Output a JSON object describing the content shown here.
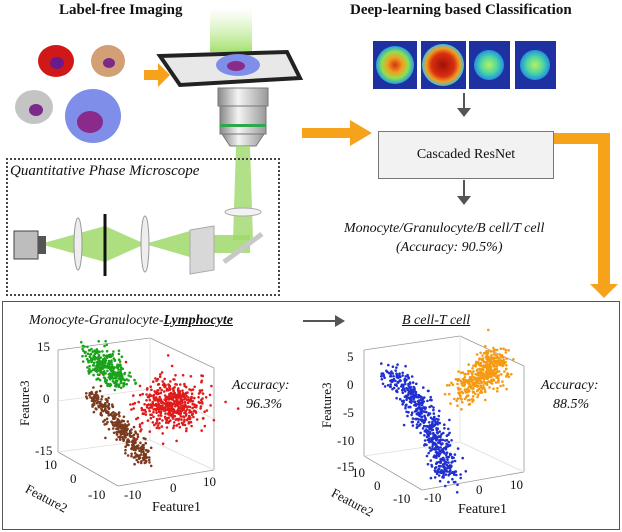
{
  "headers": {
    "left": "Label-free Imaging",
    "right": "Deep-learning based Classification"
  },
  "qpm_label": "Quantitative Phase Microscope",
  "resnet_label": "Cascaded ResNet",
  "result": {
    "line1": "Monocyte/Granulocyte/B cell/T cell",
    "line2": "(Accuracy: 90.5%)"
  },
  "bottom": {
    "left_title_prefix": "Monocyte-Granulocyte-",
    "left_title_emph": "Lymphocyte",
    "right_title": "B cell-T cell",
    "left_accuracy_label": "Accuracy:",
    "left_accuracy_value": "96.3%",
    "right_accuracy_label": "Accuracy:",
    "right_accuracy_value": "88.5%",
    "left_axes": {
      "feature3_ticks": [
        "15",
        "0",
        "-15"
      ],
      "feature2_ticks": [
        "10",
        "0",
        "-10"
      ],
      "feature1_ticks": [
        "-10",
        "0",
        "10"
      ],
      "xlabel": "Feature1",
      "ylabel": "Feature2",
      "zlabel": "Feature3"
    },
    "right_axes": {
      "feature3_ticks": [
        "5",
        "0",
        "-5",
        "-10",
        "-15"
      ],
      "feature2_ticks": [
        "10",
        "0",
        "-10"
      ],
      "feature1_ticks": [
        "-10",
        "0",
        "10"
      ],
      "xlabel": "Feature1",
      "ylabel": "Feature2",
      "zlabel": "Feature3"
    }
  },
  "colors": {
    "arrow_orange": "#f7a21b",
    "beam_green": "#9fd86a",
    "monocyte": "#e01b1b",
    "granulocyte": "#1aa31a",
    "lymphocyte": "#7a3b1e",
    "b_cell": "#2030d0",
    "t_cell": "#f59a12"
  }
}
